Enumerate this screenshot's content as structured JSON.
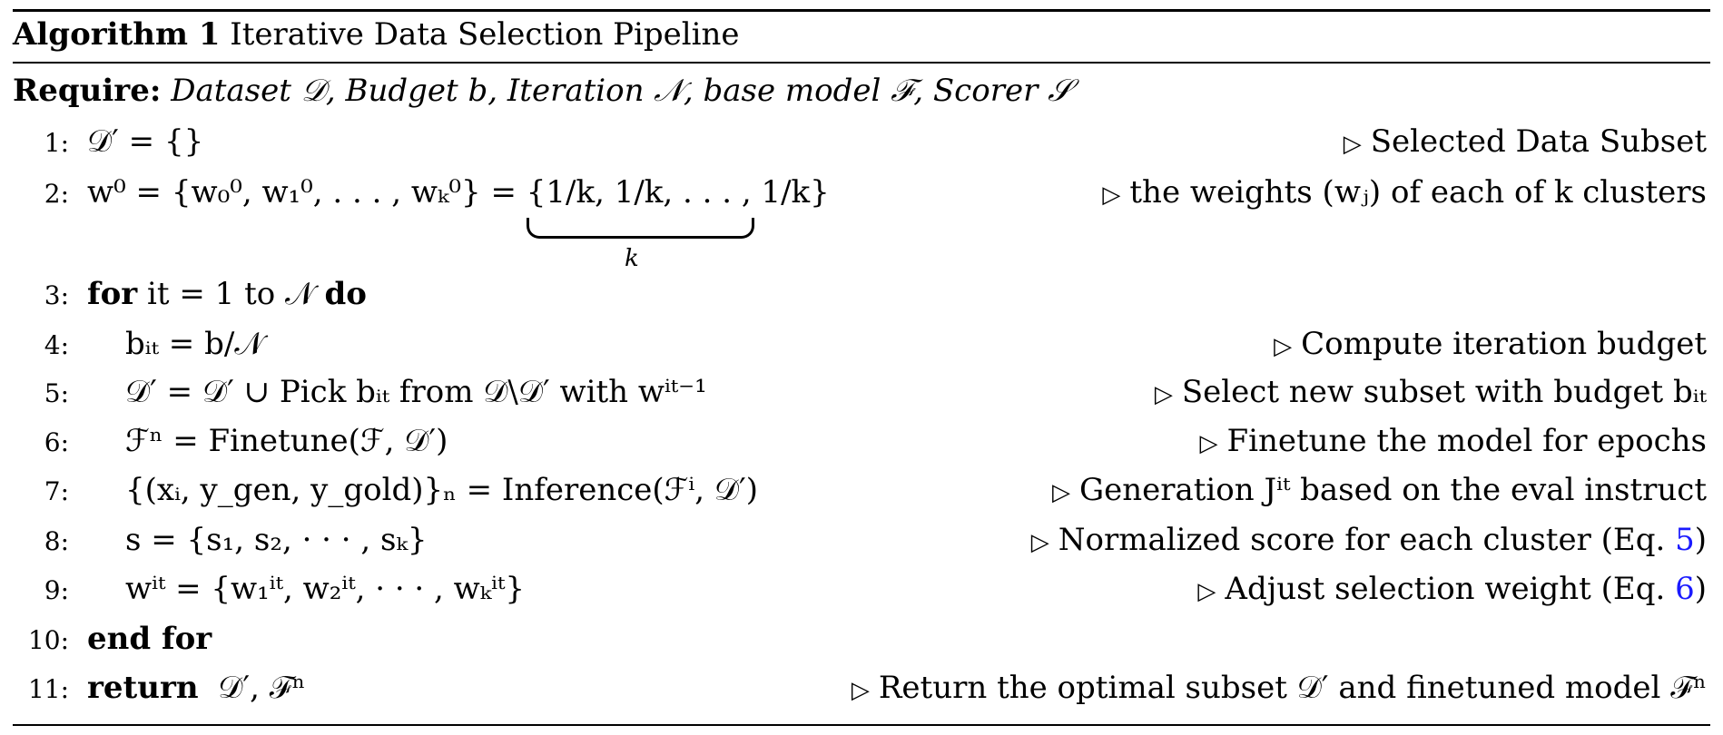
{
  "title": {
    "label": "Algorithm 1",
    "text": "Iterative Data Selection Pipeline"
  },
  "require": {
    "label": "Require:",
    "text": "Dataset 𝒟, Budget b, Iteration 𝒩, base model ℱ, Scorer 𝒮"
  },
  "lines": [
    {
      "num": "1:",
      "code": "𝒟′ = {}",
      "comment": "Selected Data Subset"
    },
    {
      "num": "2:",
      "code": "w⁰ = {w₀⁰, w₁⁰, . . . , wₖ⁰} = {1/k, 1/k, . . . , 1/k}",
      "comment": "the weights (wⱼ) of each of k clusters",
      "brace_label": "k"
    },
    {
      "num": "3:",
      "kw1": "for",
      "code": "it = 1 to 𝒩",
      "kw2": "do"
    },
    {
      "num": "4:",
      "code": "bᵢₜ = b/𝒩",
      "comment": "Compute iteration budget"
    },
    {
      "num": "5:",
      "code": "𝒟′ = 𝒟′ ∪ Pick bᵢₜ from 𝒟\\𝒟′ with wⁱᵗ⁻¹",
      "comment": "Select new subset with budget bᵢₜ"
    },
    {
      "num": "6:",
      "code": "ℱⁿ = Finetune(ℱ, 𝒟′)",
      "comment": "Finetune the model for epochs"
    },
    {
      "num": "7:",
      "code": "{(xᵢ, y_gen, y_gold)}ₙ = Inference(ℱⁱ, 𝒟′)",
      "comment": "Generation Jⁱᵗ based on the eval instruct"
    },
    {
      "num": "8:",
      "code": "s = {s₁, s₂, · · · , sₖ}",
      "comment": "Normalized score for each cluster (Eq. ",
      "ref": "5",
      "close": ")"
    },
    {
      "num": "9:",
      "code": "wⁱᵗ = {w₁ⁱᵗ, w₂ⁱᵗ, · · · , wₖⁱᵗ}",
      "comment": "Adjust selection weight (Eq. ",
      "ref": "6",
      "close": ")"
    },
    {
      "num": "10:",
      "kw1": "end for"
    },
    {
      "num": "11:",
      "kw1": "return",
      "code": "𝒟′, ℱⁿ",
      "comment": "Return the optimal subset 𝒟′ and finetuned model ℱⁿ"
    }
  ],
  "comment_marker": "▷"
}
